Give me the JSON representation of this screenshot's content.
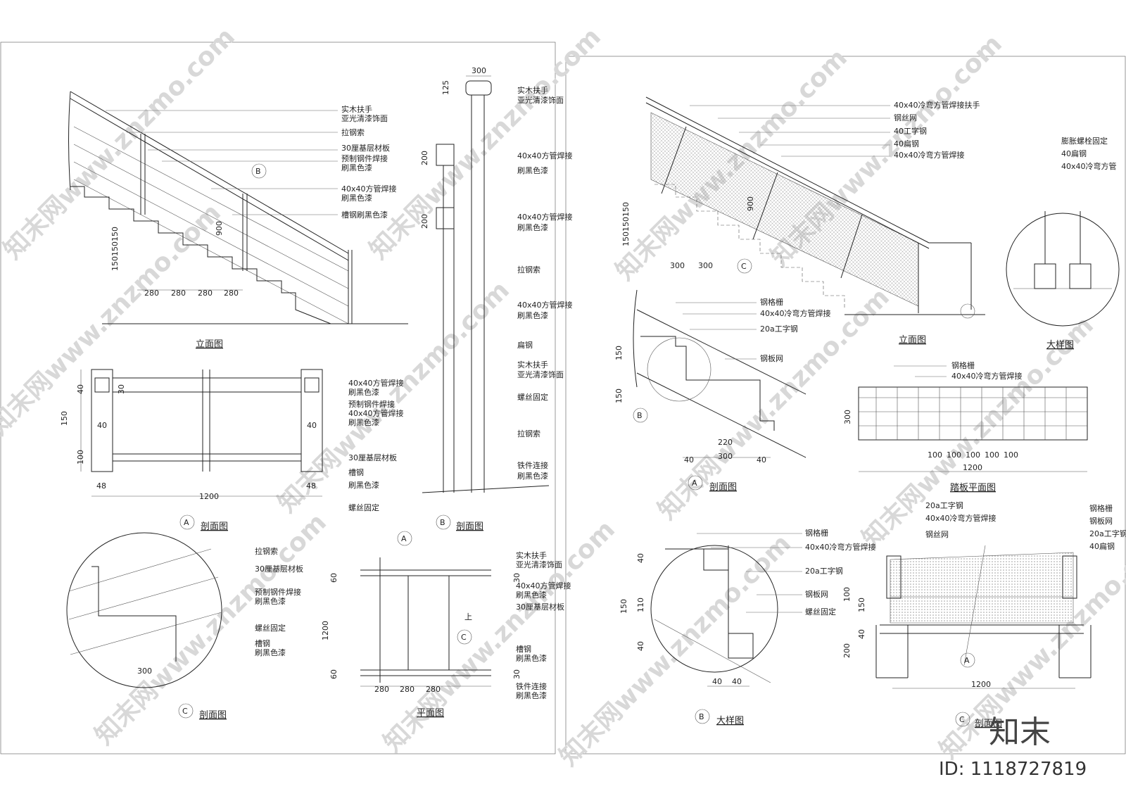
{
  "sheet1": {
    "elevation": {
      "title": "立面图",
      "notes": [
        "实木扶手",
        "亚光清漆饰面",
        "拉钢索",
        "30厘基层材板",
        "预制钢件焊接",
        "刷黑色漆",
        "40x40方管焊接",
        "刷黑色漆",
        "槽钢刷黑色漆"
      ],
      "dims": [
        "280",
        "280",
        "280",
        "280",
        "150150150",
        "900"
      ],
      "marker": "B"
    },
    "sectionA": {
      "title": "剖面图",
      "marker": "A",
      "notes": [
        "40x40方管焊接",
        "刷黑色漆",
        "预制钢件焊接",
        "40x40方管焊接",
        "刷黑色漆",
        "30厘基层材板",
        "槽钢",
        "刷黑色漆",
        "螺丝固定"
      ],
      "dims": [
        "40",
        "30",
        "150",
        "40",
        "40",
        "100",
        "48",
        "48",
        "1200"
      ]
    },
    "sectionB": {
      "title": "剖面图",
      "marker": "B",
      "notes": [
        "实木扶手",
        "亚光清漆饰面",
        "40x40方管焊接",
        "刷黑色漆",
        "40x40方管焊接",
        "刷黑色漆",
        "拉钢索",
        "40x40方管焊接",
        "刷黑色漆",
        "扁钢",
        "实木扶手",
        "亚光清漆饰面",
        "螺丝固定",
        "拉钢索",
        "铁件连接",
        "刷黑色漆"
      ],
      "dims": [
        "300",
        "125",
        "200",
        "200"
      ]
    },
    "sectionC": {
      "title": "剖面图",
      "marker": "C",
      "notes": [
        "拉钢索",
        "30厘基层材板",
        "预制钢件焊接",
        "刷黑色漆",
        "螺丝固定",
        "槽钢",
        "刷黑色漆"
      ],
      "dims": [
        "300"
      ]
    },
    "plan": {
      "title": "平面图",
      "markers": [
        "A",
        "C"
      ],
      "up": "上",
      "notes": [
        "实木扶手",
        "亚光清漆饰面",
        "40x40方管焊接",
        "刷黑色漆",
        "30厘基层材板",
        "槽钢",
        "刷黑色漆",
        "铁件连接",
        "刷黑色漆"
      ],
      "dims": [
        "60",
        "30",
        "1200",
        "60",
        "30",
        "280",
        "280",
        "280"
      ]
    }
  },
  "sheet2": {
    "elevation": {
      "title": "立面图",
      "marker": "C",
      "notes": [
        "40x40冷弯方管焊接扶手",
        "钢丝网",
        "40工字钢",
        "40扁钢",
        "40x40冷弯方管焊接"
      ],
      "dims": [
        "300",
        "300",
        "150150150",
        "900"
      ]
    },
    "detail": {
      "title": "大样图",
      "notes": [
        "膨胀螺栓固定",
        "40扁钢",
        "40x40冷弯方管"
      ]
    },
    "sectionA": {
      "title": "剖面图",
      "marker": "A",
      "notes": [
        "钢格栅",
        "40x40冷弯方管焊接",
        "20a工字钢",
        "钢板网"
      ],
      "dims": [
        "150",
        "150",
        "220",
        "300",
        "40",
        "40"
      ],
      "marker_b": "B"
    },
    "treadPlan": {
      "title": "踏板平面图",
      "notes": [
        "钢格栅",
        "40x40冷弯方管焊接"
      ],
      "dims": [
        "300",
        "100",
        "100",
        "100",
        "100",
        "100",
        "1200"
      ]
    },
    "detailB": {
      "title": "大样图",
      "marker": "B",
      "notes": [
        "钢格栅",
        "40x40冷弯方管焊接",
        "20a工字钢",
        "钢板网",
        "螺丝固定"
      ],
      "dims": [
        "40",
        "110",
        "40",
        "150",
        "40",
        "40"
      ]
    },
    "sectionC": {
      "title": "剖面图",
      "marker": "C",
      "marker_a": "A",
      "notes_left": [
        "20a工字钢",
        "40x40冷弯方管焊接",
        "钢丝网"
      ],
      "notes_right": [
        "钢格栅",
        "钢板网",
        "20a工字钢",
        "40扁钢"
      ],
      "dims": [
        "100",
        "150",
        "40",
        "200",
        "1200"
      ]
    }
  },
  "watermark": "知末网www.znzmo.com",
  "logo": "知末",
  "id_label": "ID: 1118727819"
}
